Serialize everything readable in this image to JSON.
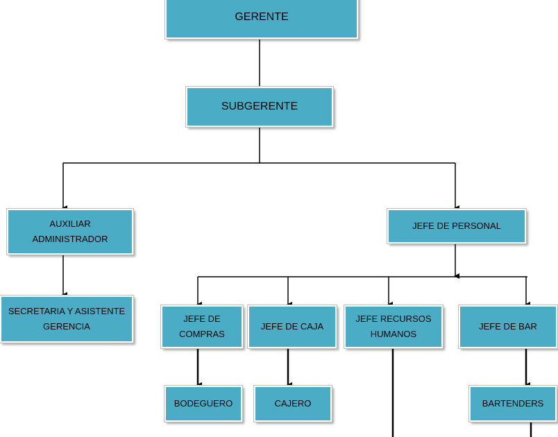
{
  "org_chart": {
    "nodes": {
      "gerente": "GERENTE",
      "subgerente": "SUBGERENTE",
      "auxiliar": "AUXILIAR\nADMINISTRADOR",
      "jefe_personal": "JEFE DE PERSONAL",
      "secretaria": "SECRETARIA Y ASISTENTE\nGERENCIA",
      "jefe_compras": "JEFE DE\nCOMPRAS",
      "jefe_caja": "JEFE DE CAJA",
      "jefe_rrhh": "JEFE RECURSOS\nHUMANOS",
      "jefe_bar": "JEFE DE BAR",
      "bodeguero": "BODEGUERO",
      "cajero": "CAJERO",
      "bartenders": "BARTENDERS"
    }
  },
  "colors": {
    "box_fill": "#4bacc6",
    "connector": "#000000",
    "background": "#ffffff"
  }
}
